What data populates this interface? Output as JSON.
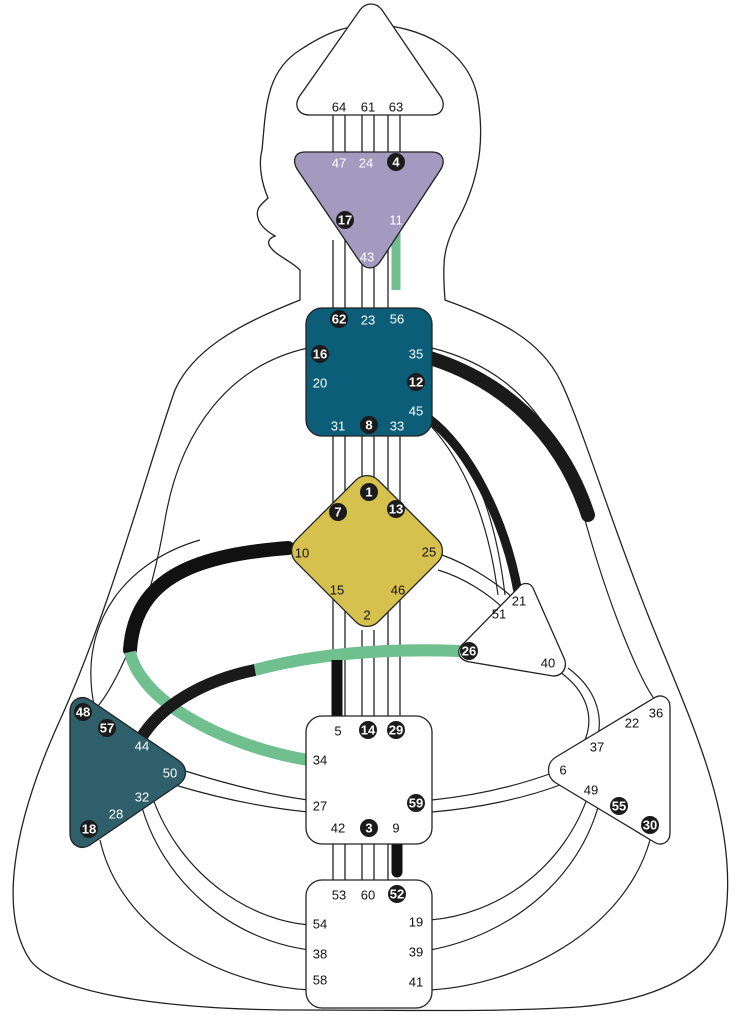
{
  "colors": {
    "head": "#ffffff",
    "ajna": "#a29bbf",
    "throat": "#0b5d78",
    "g_center": "#d6c04e",
    "spleen": "#2f5f6a",
    "active_green": "#6fbf8f",
    "active_black": "#111111",
    "outline": "#222222"
  },
  "centers": {
    "head": {
      "gates": [
        "64",
        "61",
        "63"
      ]
    },
    "ajna": {
      "gates": [
        "47",
        "24",
        "4",
        "17",
        "11",
        "43"
      ]
    },
    "throat": {
      "gates": [
        "62",
        "23",
        "56",
        "16",
        "35",
        "20",
        "12",
        "45",
        "31",
        "8",
        "33"
      ]
    },
    "g_center": {
      "gates": [
        "1",
        "7",
        "13",
        "10",
        "25",
        "15",
        "46",
        "2"
      ]
    },
    "heart": {
      "gates": [
        "21",
        "51",
        "26",
        "40"
      ]
    },
    "spleen": {
      "gates": [
        "48",
        "57",
        "44",
        "50",
        "32",
        "28",
        "18"
      ]
    },
    "sacral": {
      "gates": [
        "5",
        "14",
        "29",
        "34",
        "27",
        "59",
        "42",
        "3",
        "9"
      ]
    },
    "solar_plexus": {
      "gates": [
        "36",
        "22",
        "37",
        "6",
        "49",
        "55",
        "30"
      ]
    },
    "root": {
      "gates": [
        "53",
        "60",
        "52",
        "54",
        "19",
        "38",
        "39",
        "58",
        "41"
      ]
    }
  }
}
